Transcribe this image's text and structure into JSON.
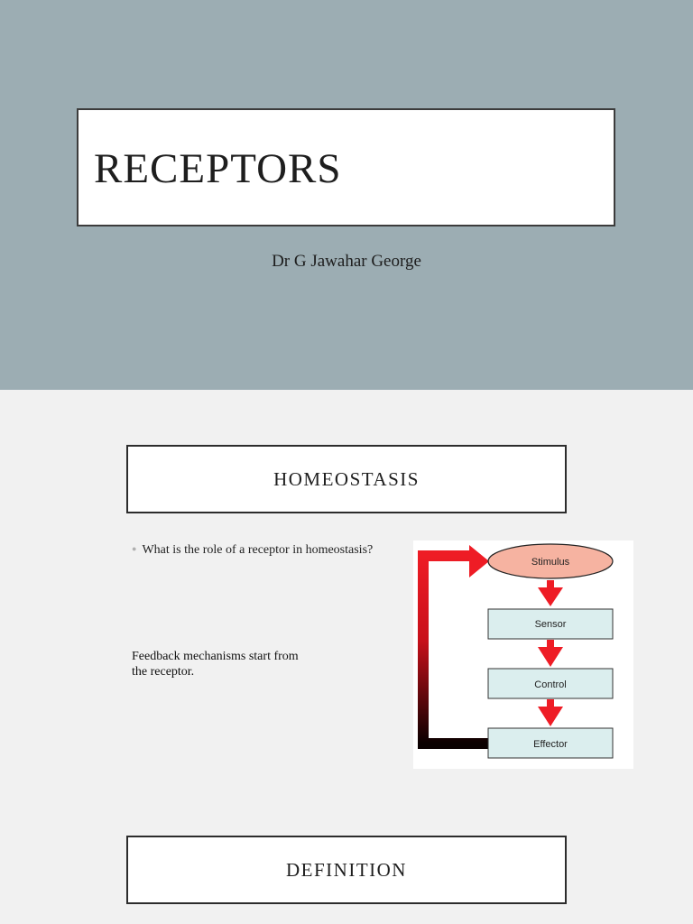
{
  "slide1": {
    "title": "RECEPTORS",
    "author": "Dr G Jawahar George",
    "background_color": "#9cadb3"
  },
  "slide2": {
    "heading": "HOMEOSTASIS",
    "bullet": "What is the role of a receptor in homeostasis?",
    "note": "Feedback mechanisms start from the receptor.",
    "diagram": {
      "stimulus": "Stimulus",
      "steps": [
        "Sensor",
        "Control",
        "Effector"
      ],
      "arrow_color": "#ee1c25",
      "box_fill": "#dbeeee",
      "stimulus_fill": "#f6b3a1"
    }
  },
  "slide3": {
    "heading": "DEFINITION"
  }
}
